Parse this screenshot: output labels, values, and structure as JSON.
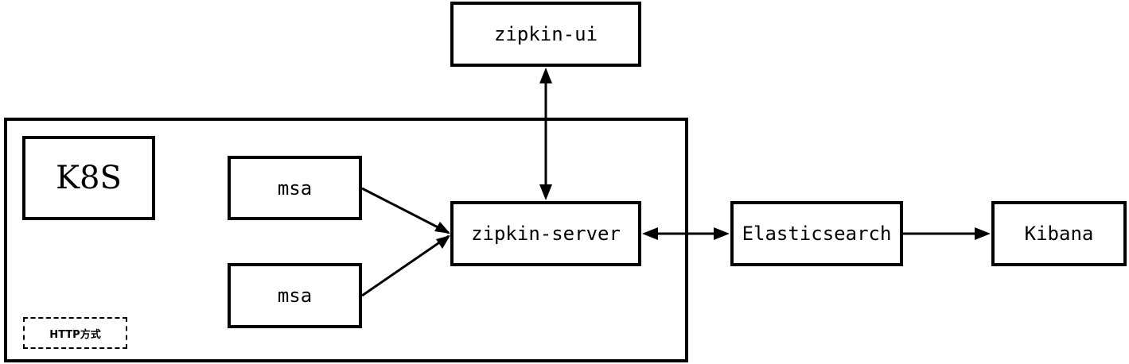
{
  "nodes": {
    "k8s_label": "K8S",
    "msa_top": "msa",
    "msa_bottom": "msa",
    "zipkin_server": "zipkin-server",
    "zipkin_ui": "zipkin-ui",
    "elasticsearch": "Elasticsearch",
    "kibana": "Kibana"
  },
  "legend": {
    "http_mode": "HTTP方式"
  }
}
